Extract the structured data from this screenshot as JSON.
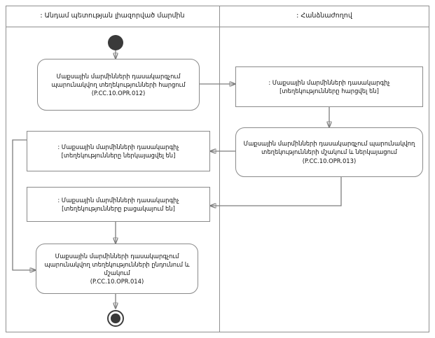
{
  "diagram": {
    "type": "uml-activity-diagram",
    "title": "",
    "colors": {
      "border": "#8a8a8a",
      "frame": "#8f8f8f",
      "connector": "#7d7d7d",
      "node_fill": "#ffffff",
      "initial_node": "#3a3a3a",
      "final_node": "#3a3a3a",
      "text": "#111111"
    }
  },
  "lanes": [
    {
      "id": "lane-left",
      "label": ": Անդամ պետության լիազորված մարմին"
    },
    {
      "id": "lane-right",
      "label": ": Հանձնաժողով"
    }
  ],
  "nodes": {
    "initial": {
      "kind": "initial-node",
      "lane": "lane-left"
    },
    "final": {
      "kind": "final-node",
      "lane": "lane-left"
    },
    "action_012": {
      "kind": "action",
      "lane": "lane-left",
      "text": "Մաքսային մարմինների դասակարգչում պարունակվող տեղեկությունների հարցում",
      "code": "(P.CC.10.OPR.012)"
    },
    "object_requested": {
      "kind": "object",
      "lane": "lane-right",
      "text": ": Մաքսային մարմինների դասակարգիչ",
      "state": "[տեղեկությունները հարցվել են]"
    },
    "action_013": {
      "kind": "action",
      "lane": "lane-right",
      "text": "Մաքսային մարմինների դասակարգչում պարունակվող տեղեկությունների մշակում և ներկայացում",
      "code": "(P.CC.10.OPR.013)"
    },
    "object_presented": {
      "kind": "object",
      "lane": "lane-left",
      "text": ": Մաքսային մարմինների դասակարգիչ",
      "state": "[տեղեկությունները ներկայացվել են]"
    },
    "object_absent": {
      "kind": "object",
      "lane": "lane-left",
      "text": ": Մաքսային մարմինների դասակարգիչ",
      "state": "[տեղեկությունները բացակայում են]"
    },
    "action_014": {
      "kind": "action",
      "lane": "lane-left",
      "text": "Մաքսային մարմինների դասակարգչում պարունակվող տեղեկությունների ընդունում և մշակում",
      "code": "(P.CC.10.OPR.014)"
    }
  },
  "edges": [
    {
      "from": "initial",
      "to": "action_012"
    },
    {
      "from": "action_012",
      "to": "object_requested"
    },
    {
      "from": "object_requested",
      "to": "action_013"
    },
    {
      "from": "action_013",
      "to": "object_presented"
    },
    {
      "from": "action_013",
      "to": "object_absent"
    },
    {
      "from": "object_presented",
      "to": "action_014"
    },
    {
      "from": "object_absent",
      "to": "action_014"
    },
    {
      "from": "action_014",
      "to": "final"
    }
  ]
}
